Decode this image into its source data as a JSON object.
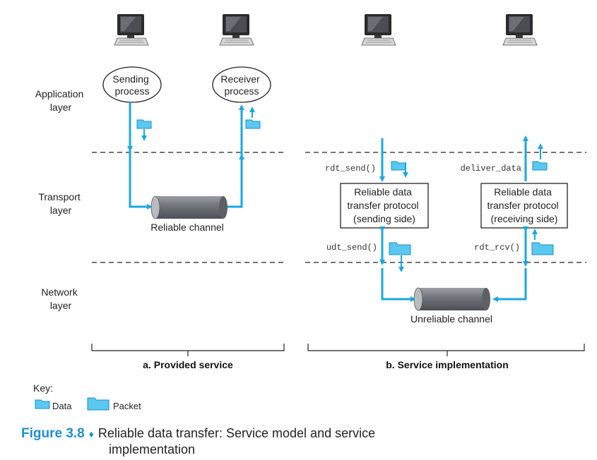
{
  "layers": {
    "application": [
      "Application",
      "layer"
    ],
    "transport": [
      "Transport",
      "layer"
    ],
    "network": [
      "Network",
      "layer"
    ]
  },
  "panel_a": {
    "sending_process": [
      "Sending",
      "process"
    ],
    "receiver_process": [
      "Receiver",
      "process"
    ],
    "channel": "Reliable channel",
    "caption": "a. Provided service"
  },
  "panel_b": {
    "sender_box": [
      "Reliable data",
      "transfer protocol",
      "(sending side)"
    ],
    "receiver_box": [
      "Reliable data",
      "transfer protocol",
      "(receiving side)"
    ],
    "rdt_send": "rdt_send()",
    "deliver_data": "deliver_data",
    "udt_send": "udt_send()",
    "rdt_rcv": "rdt_rcv()",
    "channel": "Unreliable channel",
    "caption": "b. Service implementation"
  },
  "key": {
    "title": "Key:",
    "data": "Data",
    "packet": "Packet"
  },
  "figure": {
    "number": "Figure 3.8",
    "separator": "♦",
    "title_line1": "Reliable data transfer: Service model and service",
    "title_line2": "implementation"
  },
  "colors": {
    "accent": "#1aa7e2",
    "packet_fill": "#5bc8f0",
    "channel": "#7d8087"
  },
  "icons": [
    "computer-icon",
    "data-icon",
    "packet-icon"
  ]
}
